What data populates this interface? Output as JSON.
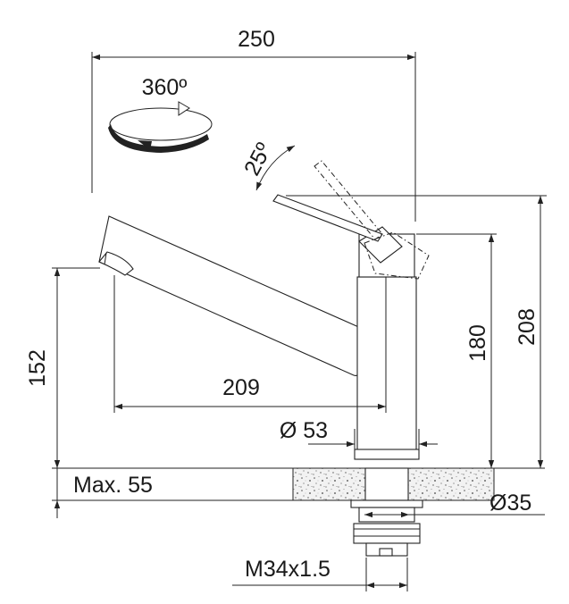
{
  "labels": {
    "width_total": "250",
    "rotation": "360º",
    "lever_angle": "25º",
    "spout_height": "152",
    "spout_reach": "209",
    "body_height": "180",
    "total_height": "208",
    "body_diameter": "Ø 53",
    "max_thickness": "Max. 55",
    "hole_diameter": "Ø35",
    "thread": "M34x1.5"
  },
  "colors": {
    "line": "#222222",
    "text": "#1a1a1a",
    "countertop": "#f2f2f2"
  }
}
